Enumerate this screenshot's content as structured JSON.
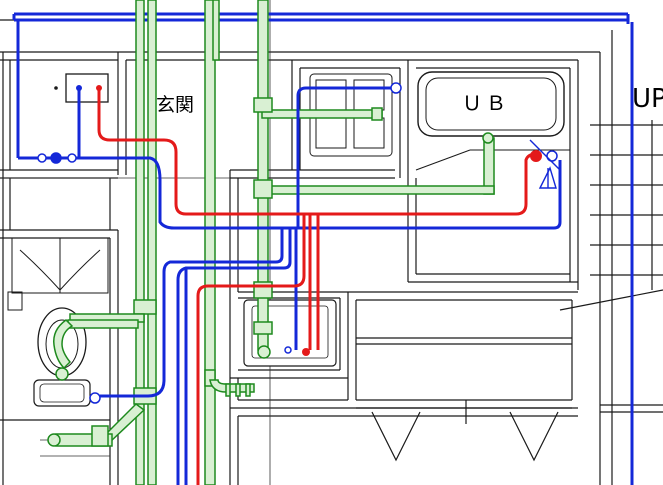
{
  "labels": {
    "entrance": "玄関",
    "unit_bath": "ＵＢ",
    "up": "UP"
  },
  "colors": {
    "background": "#ffffff",
    "wall_line": "#1a1a1a",
    "supply_hot": "#e41a1a",
    "supply_cold": "#1428d8",
    "drain_fill": "#d9f0d3",
    "drain_edge": "#1e8a1e",
    "frame_blue": "#1428d8"
  },
  "legend_semantics": {
    "red": "hot-water-supply",
    "blue": "cold-water-supply",
    "green": "drainage"
  }
}
